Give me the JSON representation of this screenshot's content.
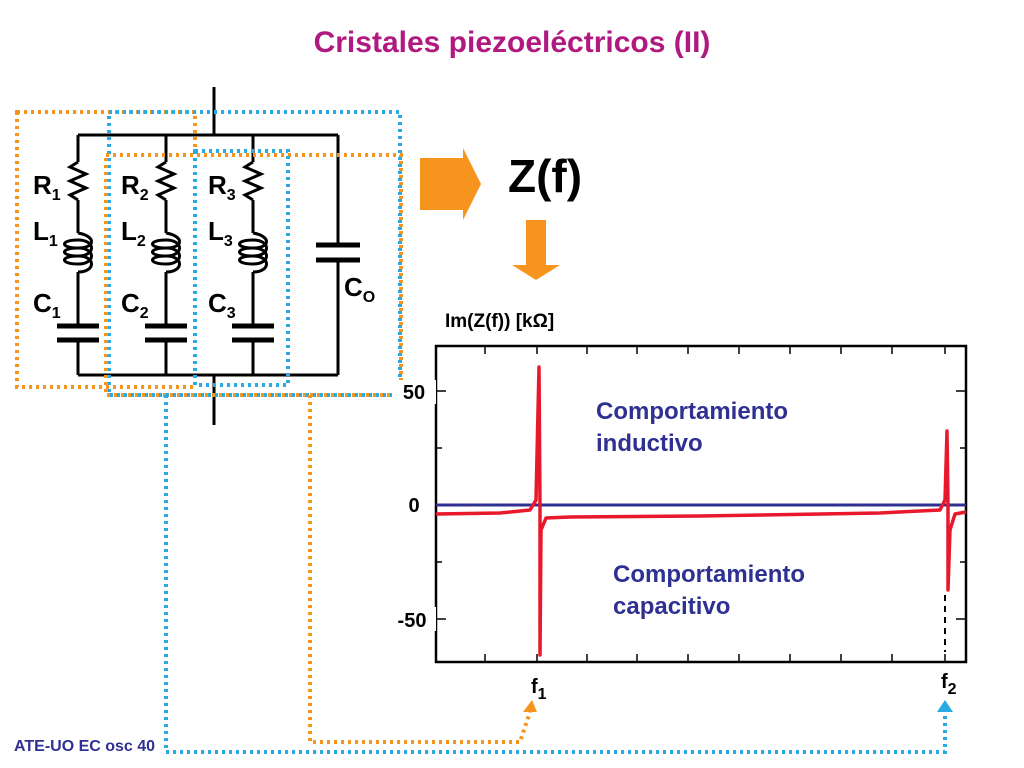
{
  "title": "Cristales piezoeléctricos (II)",
  "circuit": {
    "branches": [
      {
        "r": "R",
        "r_sub": "1",
        "l": "L",
        "l_sub": "1",
        "c": "C",
        "c_sub": "1"
      },
      {
        "r": "R",
        "r_sub": "2",
        "l": "L",
        "l_sub": "2",
        "c": "C",
        "c_sub": "2"
      },
      {
        "r": "R",
        "r_sub": "3",
        "l": "L",
        "l_sub": "3",
        "c": "C",
        "c_sub": "3"
      }
    ],
    "co": "C",
    "co_sub": "O"
  },
  "impedance_label": "Z(f)",
  "chart": {
    "ylabel": "Im(Z(f)) [kΩ]",
    "yticks": [
      "50",
      "0",
      "-50"
    ],
    "xticks": [
      {
        "main": "f",
        "sub": "1"
      },
      {
        "main": "f",
        "sub": "2"
      }
    ],
    "note_inductive": [
      "Comportamiento",
      "inductivo"
    ],
    "note_capacitive": [
      "Comportamiento",
      "capacitivo"
    ]
  },
  "chart_data": {
    "type": "line",
    "title": "",
    "ylabel": "Im(Z(f)) [kΩ]",
    "ylim": [
      -70,
      70
    ],
    "y_ticks": [
      50,
      0,
      -50
    ],
    "x_ticks": [
      "f1",
      "f2"
    ],
    "series": [
      {
        "color": "#e8192c",
        "description_points": [
          {
            "x": "start",
            "y": -5
          },
          {
            "x": "before f1",
            "y": -4
          },
          {
            "x": "f1 (peak)",
            "y": 62
          },
          {
            "x": "f1 (trough)",
            "y": -66
          },
          {
            "x": "after f1",
            "y": -6
          },
          {
            "x": "before f2",
            "y": -3
          },
          {
            "x": "f2 (peak)",
            "y": 32
          },
          {
            "x": "f2 (trough)",
            "y": -38
          },
          {
            "x": "end",
            "y": -5
          }
        ]
      },
      {
        "color": "#2e3192",
        "zero_line": true
      }
    ]
  },
  "colors": {
    "title": "#b0197f",
    "orange": "#f7941d",
    "cyan": "#29abe2",
    "red_curve": "#e8192c",
    "blue_line": "#2e3192",
    "note_text": "#2e3192"
  },
  "footer": "ATE-UO EC osc 40"
}
